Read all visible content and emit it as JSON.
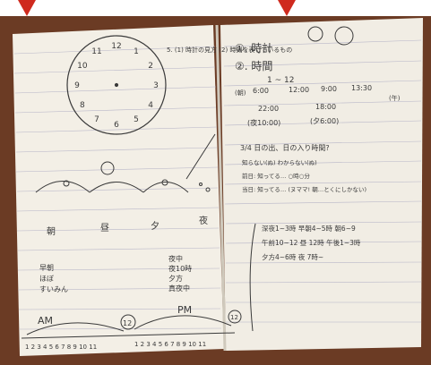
{
  "scene": {
    "kind": "photo",
    "colors": {
      "background": "#ffffff",
      "table": "#6b3b24",
      "paper": "#f3efe6",
      "rule_line": "#b8b6c8",
      "ink": "#3a3a3a",
      "accent_red": "#cf2a1e"
    }
  },
  "left_page": {
    "clock_numbers": [
      "12",
      "1",
      "2",
      "3",
      "4",
      "5",
      "6",
      "7",
      "8",
      "9",
      "10",
      "11"
    ],
    "note_top_right": "5. (1) 時計の見方 (2) 時刻を表しているもの",
    "sky_labels": [
      "朝",
      "昼",
      "夕",
      "夜"
    ],
    "list_left": [
      "早朝",
      "ほぼ",
      "すいみん"
    ],
    "list_right": [
      "夜中",
      "夜10時",
      "夕方",
      "真夜中"
    ],
    "timeline_labels": {
      "am": "AM",
      "noon": "12",
      "pm": "PM",
      "midnight": "12"
    },
    "timeline_numbers_am": "1 2 3 4 5 6 7 8 9 10 11",
    "timeline_numbers_pm": "1 2 3 4 5 6 7 8 9 10 11"
  },
  "right_page": {
    "items": [
      "①. 時計",
      "②. 時間"
    ],
    "range": "1 ~ 12",
    "times_row1": [
      "6:00",
      "12:00",
      "9:00",
      "13:30"
    ],
    "row1_suffix": "(朝)",
    "row1_note": "(午)",
    "times_row2": [
      "22:00",
      "18:00"
    ],
    "times_row2_paren": [
      "(夜10:00)",
      "(夕6:00)"
    ],
    "question": "3/4 日の出、日の入り時間?",
    "answers": [
      "知らない(ぬ) わからない(ぬ)",
      "前日: 知ってる… ○時○分",
      "当日: 知ってる… (ヌママ! 朝…とくにしかない)"
    ],
    "box_text": [
      "深夜1~3時 早朝4~5時 朝6~9",
      "午前10~12 昼 12時 午後1~3時",
      "夕方4~6時 夜 7時~"
    ]
  }
}
